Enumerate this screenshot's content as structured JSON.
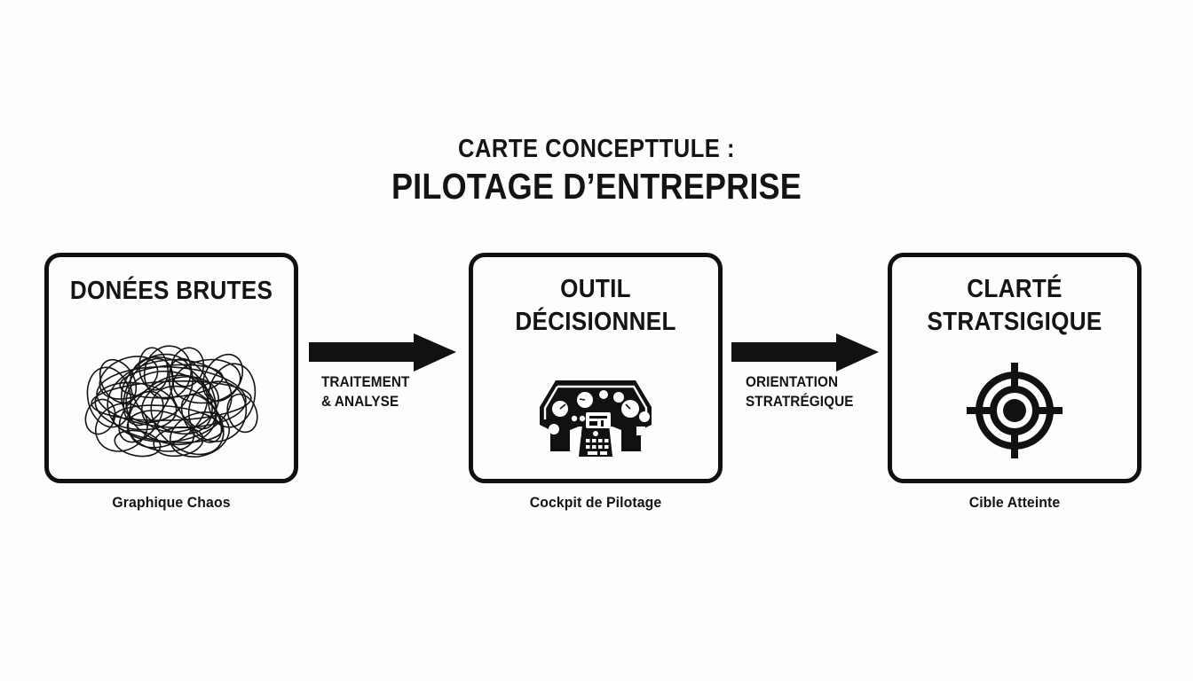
{
  "title": {
    "line1": "CARTE CONCEPTTULE :",
    "line2": "PILOTAGE D’ENTREPRISE"
  },
  "colors": {
    "background": "#fdfdfc",
    "ink": "#111111",
    "text": "#141414"
  },
  "nodes": [
    {
      "title_line1": "DONÉES BRUTES",
      "title_line2": "",
      "icon": "scribble-chaos-icon",
      "caption": "Graphique Chaos"
    },
    {
      "title_line1": "OUTIL",
      "title_line2": "DÉCISIONNEL",
      "icon": "cockpit-dashboard-icon",
      "caption": "Cockpit de Pilotage"
    },
    {
      "title_line1": "CLARTÉ",
      "title_line2": "STRATSIGIQUE",
      "icon": "crosshair-target-icon",
      "caption": "Cible Atteinte"
    }
  ],
  "connectors": [
    {
      "icon": "arrow-right-icon",
      "label_line1": "TRAITEMENT",
      "label_line2": "& ANALYSE"
    },
    {
      "icon": "arrow-right-icon",
      "label_line1": "ORIENTATION",
      "label_line2": "STRATRÉGIQUE"
    }
  ]
}
